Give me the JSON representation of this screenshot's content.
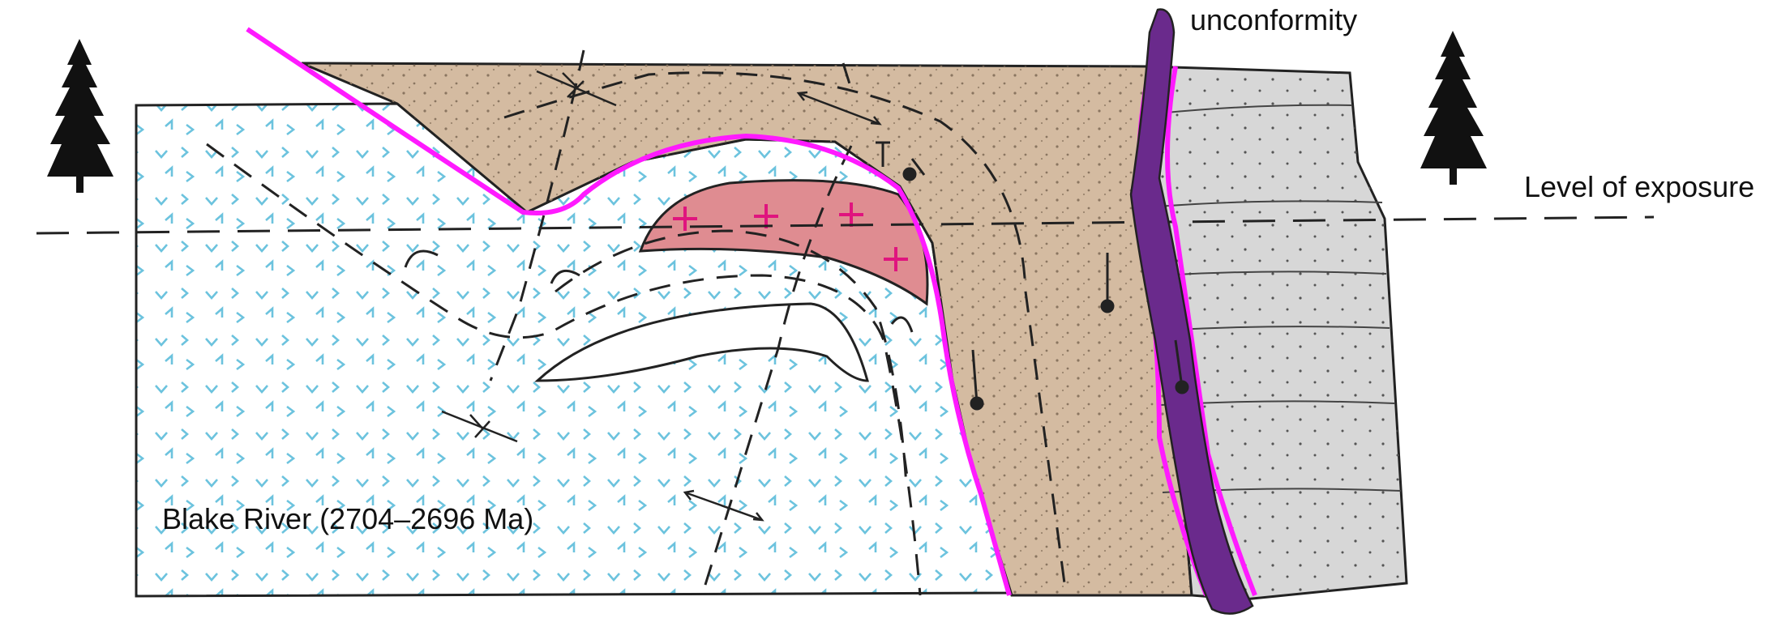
{
  "labels": {
    "unconformity": "unconformity",
    "level_of_exposure": "Level of exposure",
    "blake_river": "Blake River (2704–2696 Ma)"
  },
  "colors": {
    "volcanic_fill": "#ffffff",
    "volcanic_symbol": "#6cc3de",
    "sandstone_fill": "#d4bba1",
    "sandstone_dots": "#8a7560",
    "conglomerate_fill": "#d7d7d7",
    "intrusion_fill": "#df8c91",
    "intrusion_symbol": "#e0147e",
    "unconformity_line": "#ff1aff",
    "dike_fill": "#6a2a8c",
    "outline": "#222222",
    "tree": "#111111"
  },
  "icons": {
    "tree_left": "conifer-tree-icon",
    "tree_right": "conifer-tree-icon"
  }
}
